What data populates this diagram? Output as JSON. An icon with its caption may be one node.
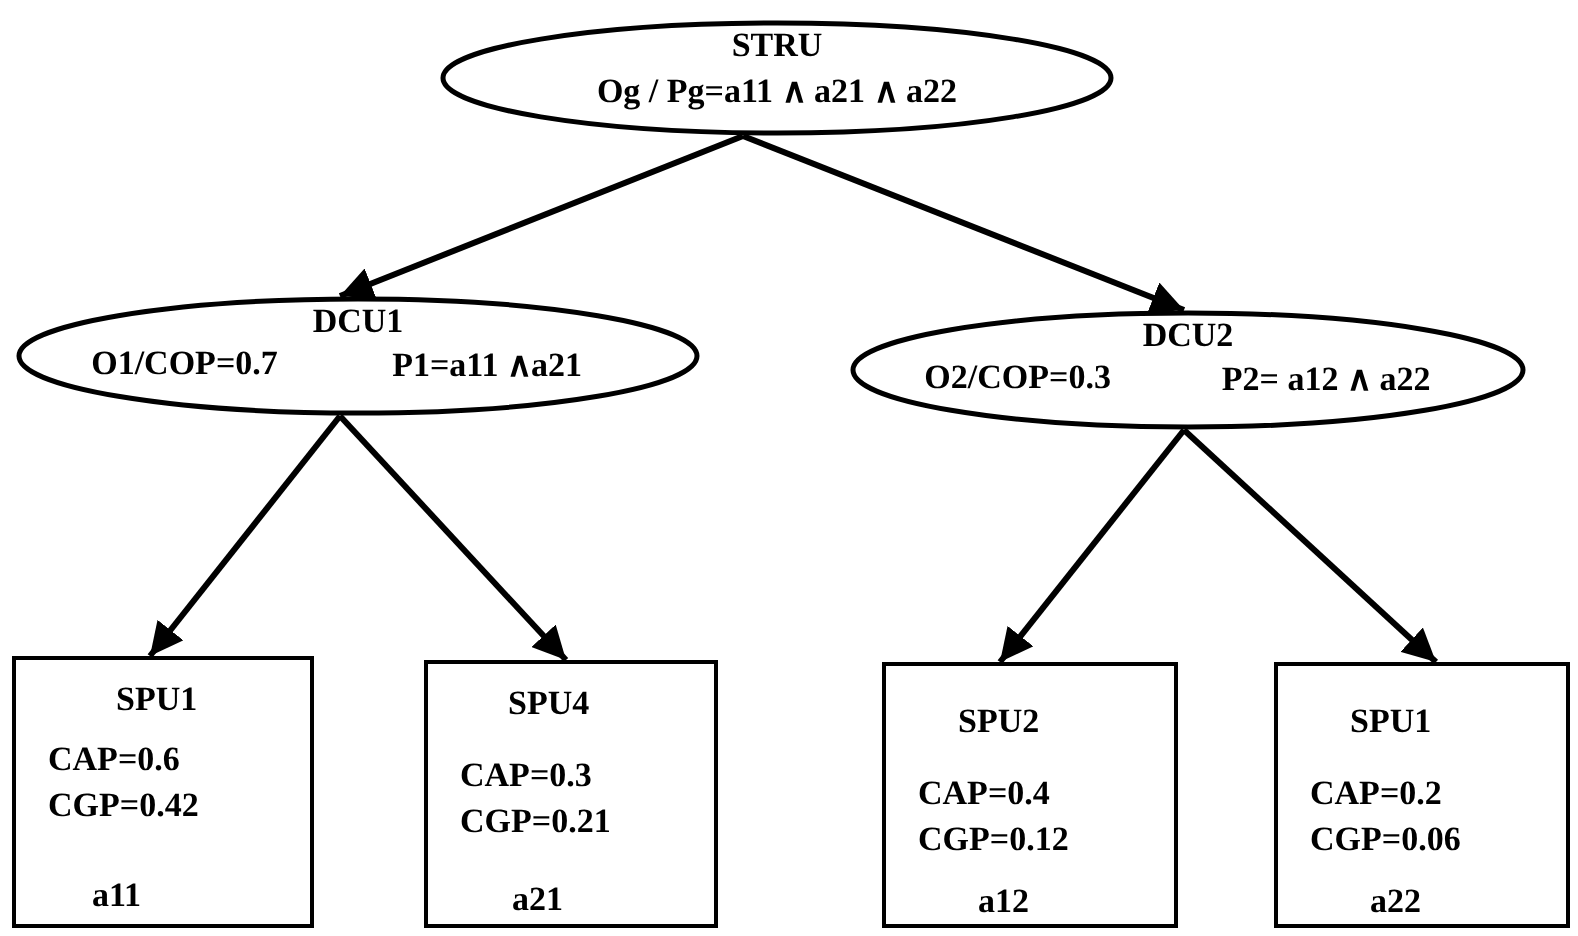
{
  "diagram": {
    "nodes": [
      {
        "text": [
          "STRU",
          "Og / Pg=a11 ∧ a21 ∧ a22"
        ]
      },
      {
        "text": [
          "DCU1",
          "O1/COP=0.7",
          "P1=a11 ∧a21"
        ]
      },
      {
        "text": [
          "DCU2",
          "O2/COP=0.3",
          "P2= a12 ∧ a22"
        ]
      },
      {
        "text": [
          "SPU1",
          "CAP=0.6",
          "CGP=0.42",
          "a11"
        ]
      },
      {
        "text": [
          "SPU4",
          "CAP=0.3",
          "CGP=0.21",
          "a21"
        ]
      },
      {
        "text": [
          "SPU2",
          "CAP=0.4",
          "CGP=0.12",
          "a12"
        ]
      },
      {
        "text": [
          "SPU1",
          "CAP=0.2",
          "CGP=0.06",
          "a22"
        ]
      }
    ],
    "edges": [
      {
        "from": 0,
        "to": 1,
        "arrow": "to"
      },
      {
        "from": 0,
        "to": 2,
        "arrow": "to"
      },
      {
        "from": 1,
        "to": 3,
        "arrow": "to"
      },
      {
        "from": 1,
        "to": 4,
        "arrow": "to"
      },
      {
        "from": 2,
        "to": 5,
        "arrow": "to"
      },
      {
        "from": 2,
        "to": 6,
        "arrow": "to"
      }
    ]
  }
}
